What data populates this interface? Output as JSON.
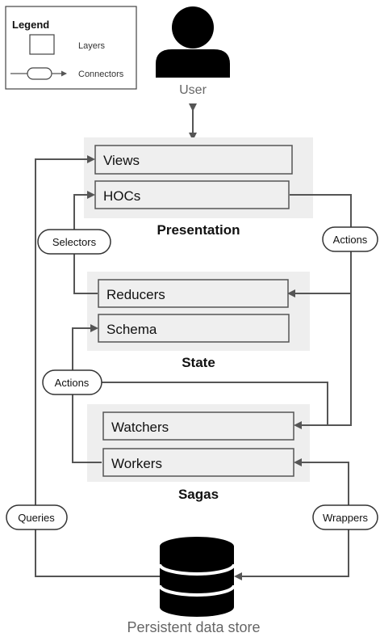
{
  "legend": {
    "title": "Legend",
    "layers_label": "Layers",
    "connectors_label": "Connectors"
  },
  "user": {
    "label": "User"
  },
  "datastore": {
    "label": "Persistent data store"
  },
  "groups": {
    "presentation": {
      "title": "Presentation",
      "items": [
        "Views",
        "HOCs"
      ]
    },
    "state": {
      "title": "State",
      "items": [
        "Reducers",
        "Schema"
      ]
    },
    "sagas": {
      "title": "Sagas",
      "items": [
        "Watchers",
        "Workers"
      ]
    }
  },
  "connectors": {
    "selectors": "Selectors",
    "actions_right": "Actions",
    "actions_left": "Actions",
    "queries": "Queries",
    "wrappers": "Wrappers"
  },
  "colors": {
    "layer_background": "#eeeeee",
    "box_fill": "#efefef",
    "box_stroke": "#555555",
    "connector": "#555555",
    "icon": "#000000",
    "caption": "#666666"
  }
}
